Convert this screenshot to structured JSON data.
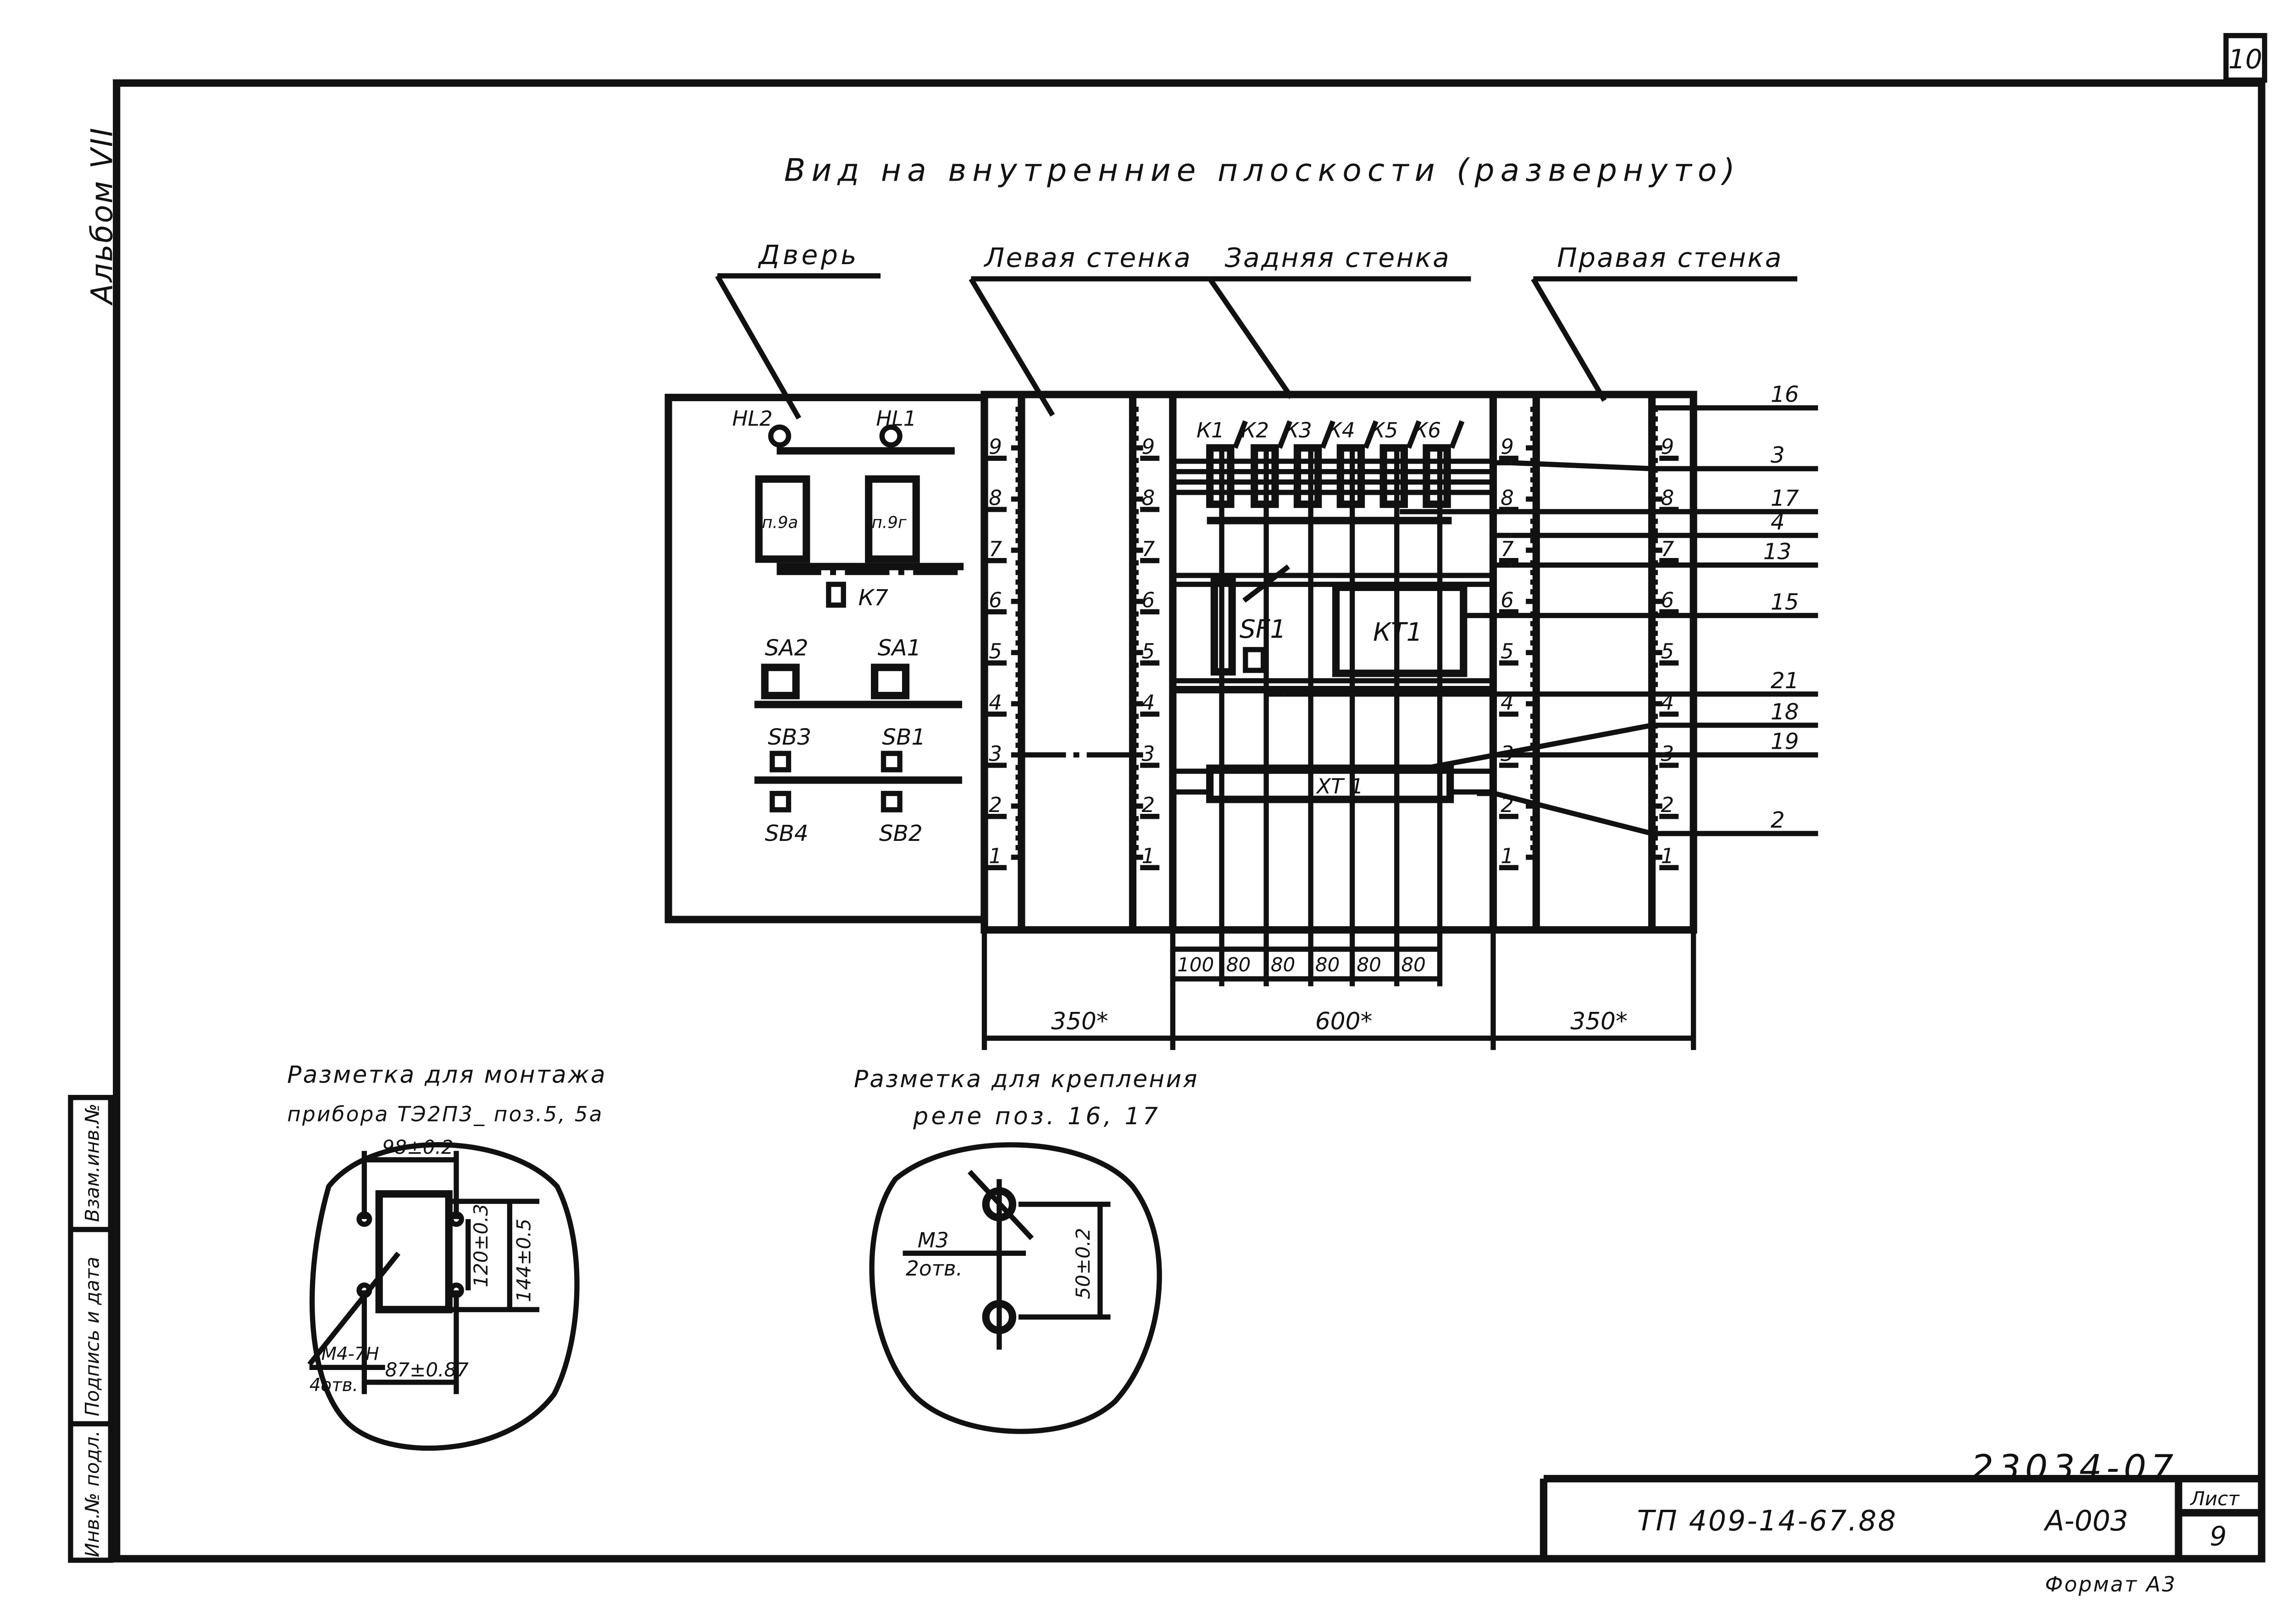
{
  "sheet_number": "10",
  "album": "Альбом VII",
  "title": "Вид на внутренние плоскости (развернуто)",
  "sections": {
    "door": "Дверь",
    "left_wall": "Левая стенка",
    "back_wall": "Задняя стенка",
    "right_wall": "Правая стенка"
  },
  "door_labels": {
    "hl2": "HL2",
    "hl1": "HL1",
    "p9a": "п.9а",
    "p9g": "п.9г",
    "k7": "К7",
    "sa2": "SA2",
    "sa1": "SA1",
    "sb3": "SB3",
    "sb1": "SB1",
    "sb4": "SB4",
    "sb2": "SB2"
  },
  "scale_numbers": [
    "1",
    "2",
    "3",
    "4",
    "5",
    "6",
    "7",
    "8",
    "9"
  ],
  "relays": [
    "К1",
    "К2",
    "К3",
    "К4",
    "К5",
    "К6"
  ],
  "back_labels": {
    "sf1": "SF1",
    "kt1": "КТ1",
    "xt1": "ХТ 1"
  },
  "callouts": [
    "16",
    "3",
    "17",
    "4",
    "13",
    "15",
    "21",
    "18",
    "19",
    "2"
  ],
  "dims_small": [
    "100",
    "80",
    "80",
    "80",
    "80",
    "80"
  ],
  "dims_large": [
    "350*",
    "600*",
    "350*"
  ],
  "marking1": {
    "title_line1": "Разметка для монтажа",
    "title_line2": "прибора ТЭ2П3_ поз.5, 5а",
    "width": "98±0.2",
    "height_inner": "120±0.3",
    "height_outer": "144±0.5",
    "thread_line1": "М4-7Н",
    "thread_line2": "4отв.",
    "spacing": "87±0.87"
  },
  "marking2": {
    "title_line1": "Разметка для крепления",
    "title_line2": "реле поз. 16, 17",
    "thread_line1": "М3",
    "thread_line2": "2отв.",
    "spacing": "50±0.2"
  },
  "side_stamp": [
    "Инв.№ подл.",
    "Подпись и дата",
    "Взам.инв.№"
  ],
  "doc_number": "23034-07",
  "title_block": {
    "code": "ТП 409-14-67.88",
    "album_code": "А-003",
    "sheet_label": "Лист",
    "sheet_no": "9"
  },
  "format": "Формат А3"
}
